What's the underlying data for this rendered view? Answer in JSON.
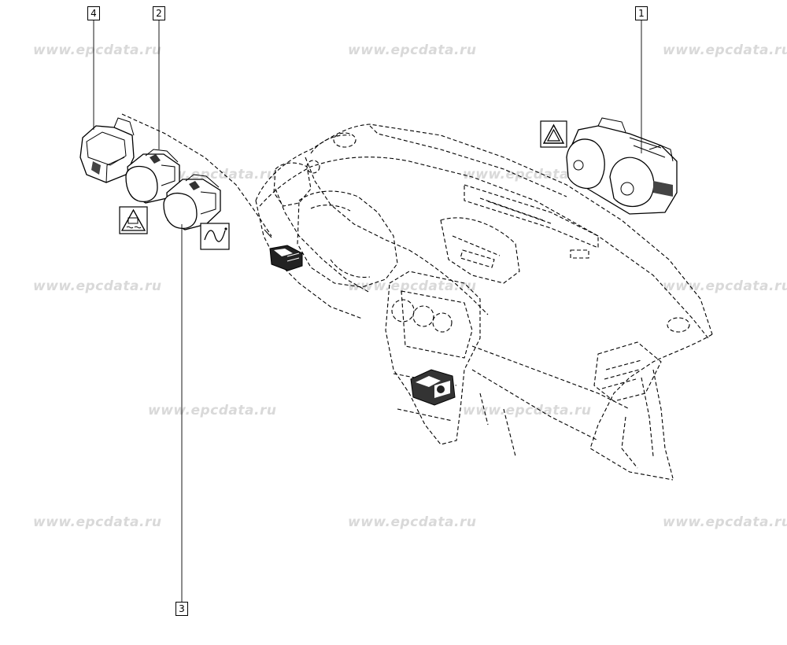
{
  "watermark": "www.epcdata.ru",
  "callouts": {
    "c1": "1",
    "c2": "2",
    "c3": "3",
    "c4": "4"
  },
  "icons": {
    "hazard": "hazard-warning-triangle-icon",
    "esp": "esp-skid-warning-icon",
    "wave": "sine-wave-icon"
  },
  "colors": {
    "line": "#000000",
    "watermark": "#d9d9d9",
    "background": "#ffffff"
  }
}
